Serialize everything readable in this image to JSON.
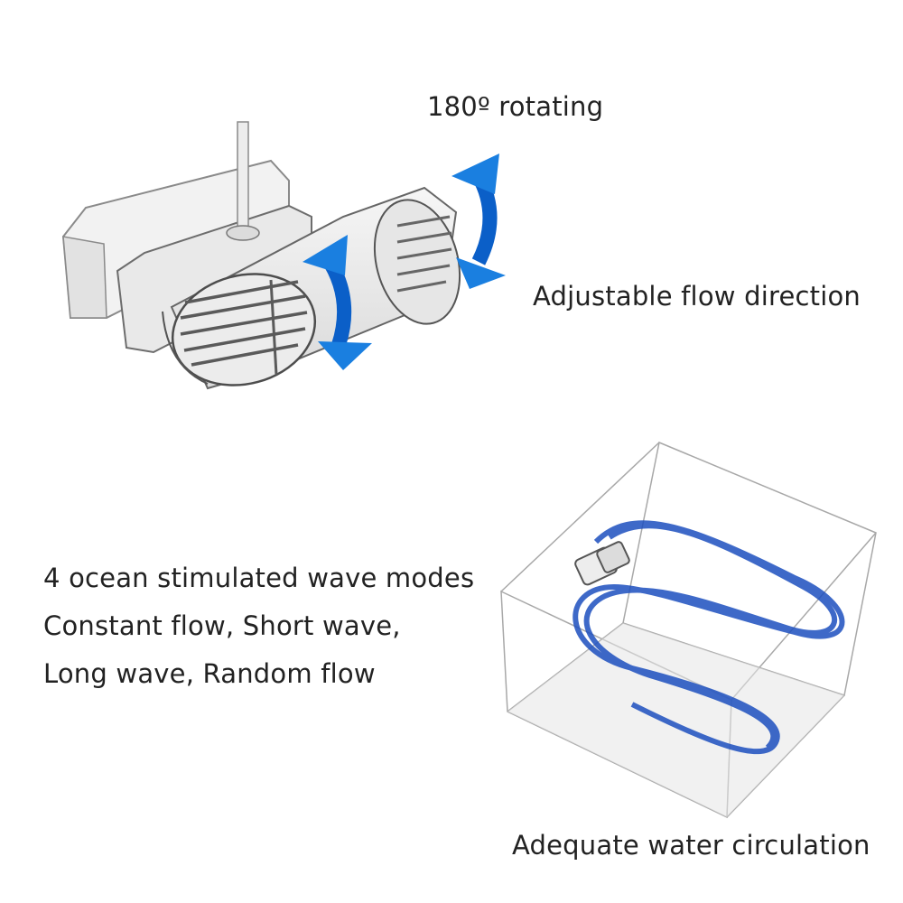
{
  "labels": {
    "rotating": "180º rotating",
    "flow_direction": "Adjustable flow direction",
    "wave_modes": [
      "4 ocean stimulated wave modes",
      "Constant flow, Short wave,",
      "Long wave, Random flow"
    ],
    "circulation": "Adequate water circulation"
  },
  "colors": {
    "arrow_blue": "#1a7fe0",
    "flow_blue": "#1d4fbf",
    "device_gray": "#e8e8e8",
    "outline": "#555555"
  },
  "icons": [
    "curved-double-arrow-icon",
    "wave-pump-illustration",
    "aquarium-tank-illustration"
  ]
}
